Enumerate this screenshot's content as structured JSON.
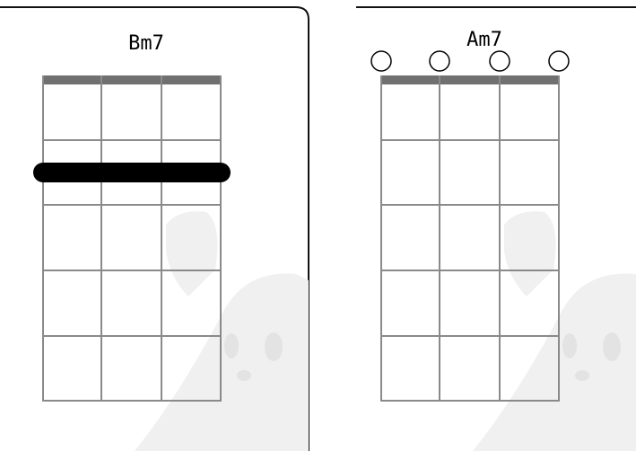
{
  "chords": [
    {
      "name": "Bm7",
      "strings": 4,
      "frets": 5,
      "barre": {
        "fret": 2,
        "from_string": 1,
        "to_string": 4
      },
      "open_strings": []
    },
    {
      "name": "Am7",
      "strings": 4,
      "frets": 5,
      "barre": null,
      "open_strings": [
        1,
        2,
        3,
        4
      ]
    }
  ],
  "colors": {
    "card_border": "#111111",
    "grid_line": "#8a8a8a",
    "nut": "#707070",
    "barre": "#000000",
    "watermark": "#f0f0f0"
  },
  "watermark": "panda-silhouette"
}
